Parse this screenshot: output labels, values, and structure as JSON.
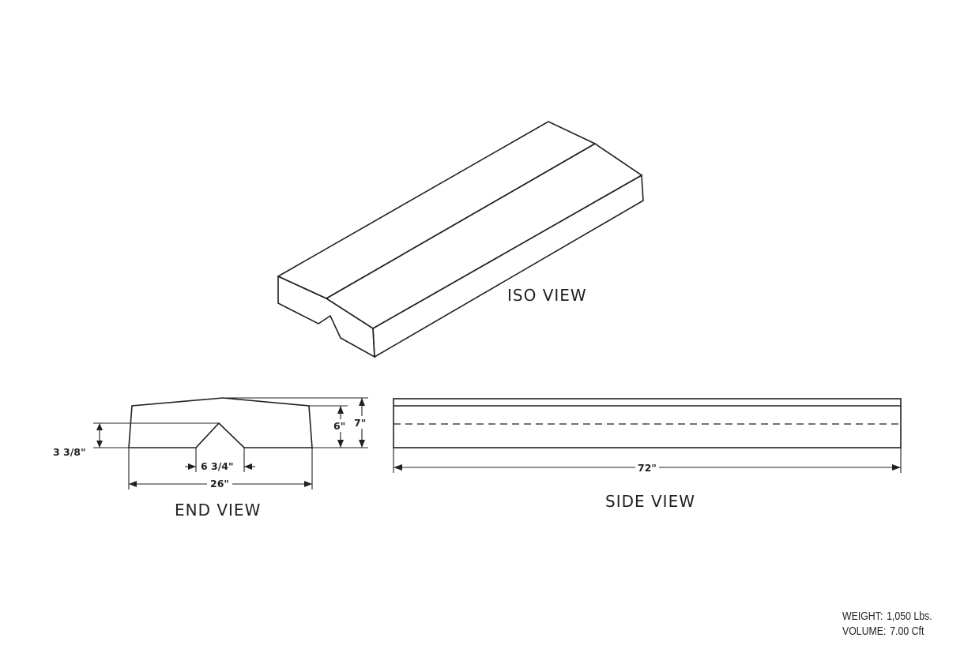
{
  "views": {
    "iso_label": "ISO VIEW",
    "end_label": "END VIEW",
    "side_label": "SIDE VIEW"
  },
  "dimensions": {
    "end_width": "26\"",
    "channel_width": "6 3/4\"",
    "channel_height": "3 3/8\"",
    "side_height": "6\"",
    "total_height": "7\"",
    "length": "72\""
  },
  "specs": {
    "weight_label": "WEIGHT:",
    "weight_value": "1,050 Lbs.",
    "volume_label": "VOLUME:",
    "volume_value": "7.00 Cft"
  },
  "colors": {
    "line": "#231f20",
    "background": "#ffffff"
  }
}
